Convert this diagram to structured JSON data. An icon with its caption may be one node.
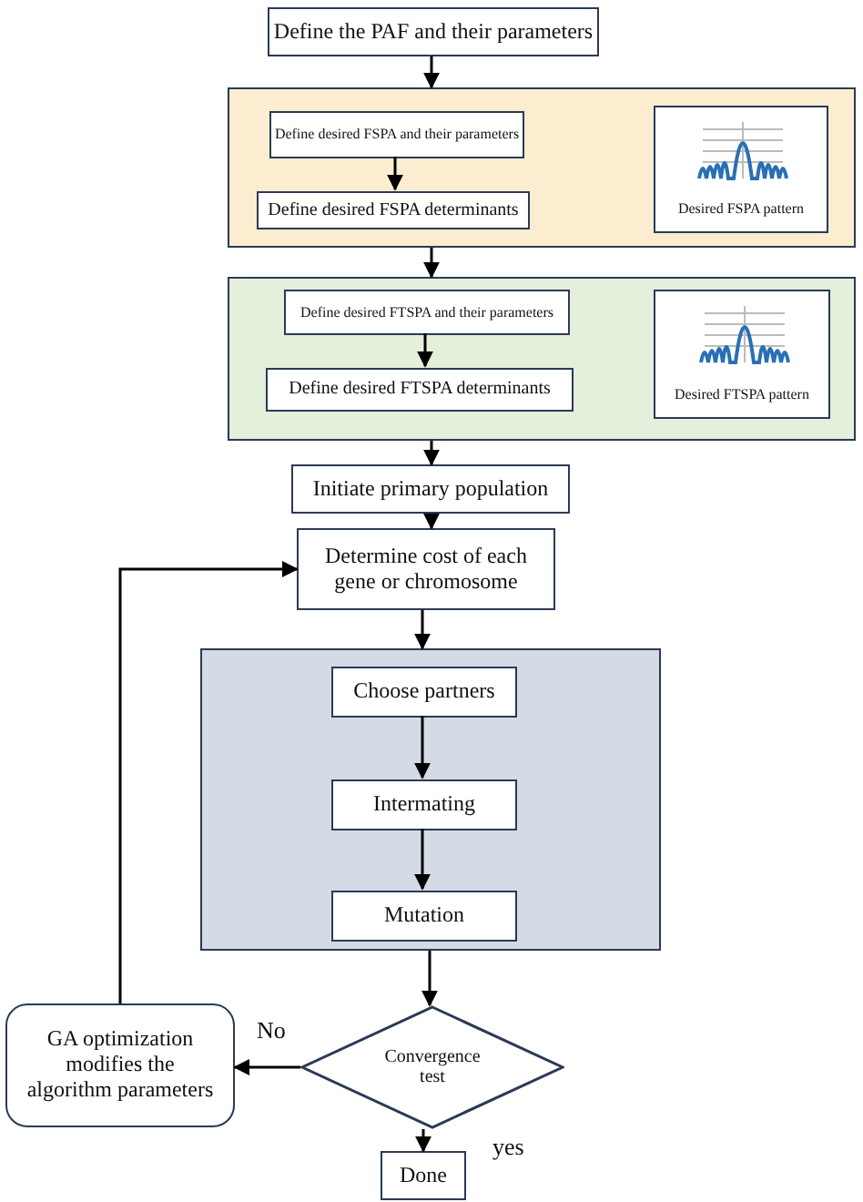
{
  "diagram": {
    "nodes": [
      {
        "text": [
          "Define the PAF and their parameters"
        ]
      },
      {
        "text": [],
        "shape": "box"
      },
      {
        "text": [
          "Define desired FSPA and their parameters"
        ],
        "in": 1
      },
      {
        "text": [
          "Define desired FSPA determinants"
        ],
        "in": 1
      },
      {
        "text": [
          "Desired FSPA pattern"
        ],
        "in": 1
      },
      {
        "text": [],
        "shape": "box"
      },
      {
        "text": [
          "Define desired FTSPA and their parameters"
        ],
        "in": 5
      },
      {
        "text": [
          "Define desired FTSPA determinants"
        ],
        "in": 5
      },
      {
        "text": [
          "Desired FTSPA pattern"
        ],
        "in": 5
      },
      {
        "text": [
          "Initiate primary population"
        ]
      },
      {
        "text": [
          "Determine cost of each gene or chromosome"
        ]
      },
      {
        "text": [],
        "shape": "box"
      },
      {
        "text": [
          "Choose partners"
        ],
        "in": 11
      },
      {
        "text": [
          "Intermating"
        ],
        "in": 11
      },
      {
        "text": [
          "Mutation"
        ],
        "in": 11
      },
      {
        "text": [
          "GA optimization modifies the algorithm parameters"
        ]
      },
      {
        "text": [
          "Convergence test"
        ]
      },
      {
        "text": [
          "Done"
        ]
      }
    ],
    "edges": [
      {
        "from": 0,
        "to": 1,
        "arrow": "to"
      },
      {
        "from": 2,
        "to": 3,
        "arrow": "to"
      },
      {
        "from": 1,
        "to": 5,
        "arrow": "to"
      },
      {
        "from": 6,
        "to": 7,
        "arrow": "to"
      },
      {
        "from": 5,
        "to": 9,
        "arrow": "to"
      },
      {
        "from": 9,
        "to": 10,
        "arrow": "to"
      },
      {
        "from": 10,
        "to": 11,
        "arrow": "to"
      },
      {
        "from": 12,
        "to": 13,
        "arrow": "to"
      },
      {
        "from": 13,
        "to": 14,
        "arrow": "to"
      },
      {
        "from": 11,
        "to": 16,
        "arrow": "to"
      },
      {
        "from": 16,
        "to": 15,
        "arrow": "to",
        "label": "No"
      },
      {
        "from": 16,
        "to": 17,
        "arrow": "to",
        "label": "yes"
      },
      {
        "from": 15,
        "to": 10,
        "arrow": "to"
      }
    ]
  }
}
